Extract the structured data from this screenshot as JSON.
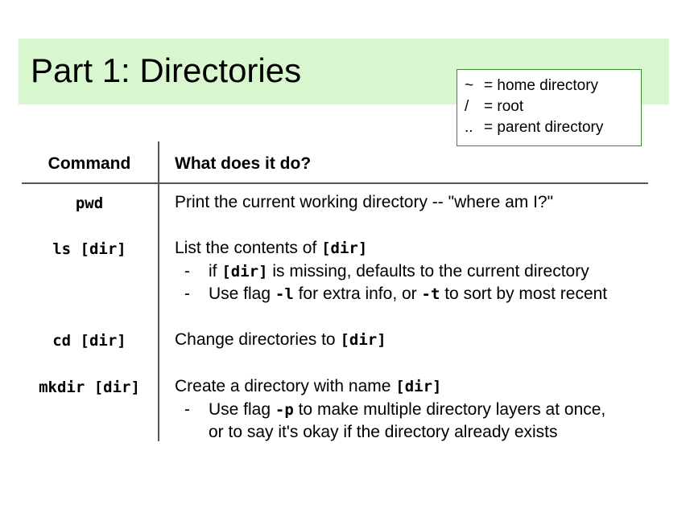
{
  "title": "Part 1: Directories",
  "legend": [
    {
      "symbol": "~",
      "meaning": "= home directory"
    },
    {
      "symbol": "/",
      "meaning": "= root"
    },
    {
      "symbol": "..",
      "meaning": "= parent directory"
    }
  ],
  "table": {
    "headers": {
      "command": "Command",
      "description": "What does it do?"
    },
    "rows": [
      {
        "command": "pwd",
        "description": "Print the current working directory -- \"where am I?\""
      },
      {
        "command": "ls [dir]",
        "description_prefix": "List the contents of ",
        "description_code": "[dir]",
        "bullets": [
          {
            "dash": "-",
            "before": "if ",
            "code": "[dir]",
            "after": " is missing, defaults to the current directory"
          },
          {
            "dash": "-",
            "before": "Use flag ",
            "code": "-l",
            "middle": " for extra info, or ",
            "code2": "-t",
            "after": " to sort by most recent"
          }
        ]
      },
      {
        "command": "cd [dir]",
        "description_prefix": "Change directories to ",
        "description_code": "[dir]"
      },
      {
        "command": "mkdir [dir]",
        "description_prefix": "Create a directory with name ",
        "description_code": "[dir]",
        "bullets": [
          {
            "dash": "-",
            "before": "Use flag ",
            "code": "-p",
            "after": " to make multiple directory layers at once,",
            "continuation": "or to say it's okay if the directory already exists"
          }
        ]
      }
    ]
  },
  "colors": {
    "title_band": "#d9f7cf",
    "legend_border": "#3c8a2e",
    "rule_lines": "#555555"
  }
}
